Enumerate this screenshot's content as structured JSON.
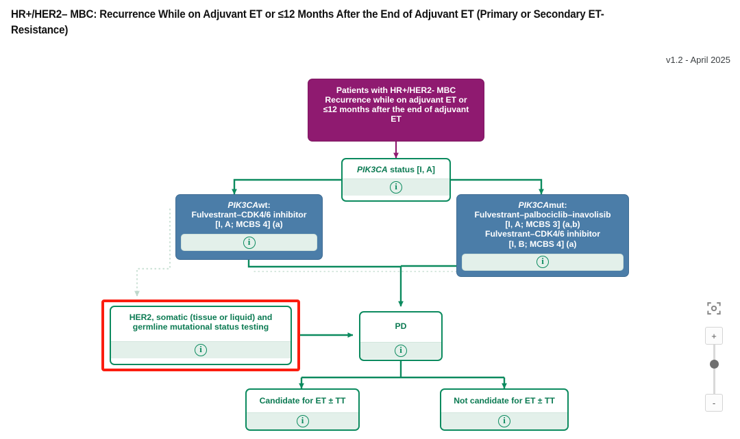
{
  "header": {
    "title": "HR+/HER2– MBC: Recurrence While on Adjuvant ET or ≤12 Months After the End of Adjuvant ET (Primary or Secondary ET-Resistance)",
    "version": "v1.2 - April 2025"
  },
  "colors": {
    "purple": "#8f1a70",
    "blue": "#4b7da8",
    "green": "#0b8a5e",
    "green_text": "#0b7a52",
    "info_bar": "#e3f0ea",
    "selection_red": "#fb1d10",
    "page_background": "#ffffff"
  },
  "nodes": {
    "root": {
      "id": "patients-root",
      "type": "purple",
      "lines": [
        "Patients with HR+/HER2- MBC",
        "Recurrence while on adjuvant ET or",
        "≤12 months after the end of adjuvant",
        "ET"
      ],
      "has_info": false
    },
    "pik3ca_status": {
      "id": "pik3ca-status",
      "type": "green",
      "italic_prefix": "PIK3CA",
      "text": " status [I, A]",
      "info_icon": "info-icon"
    },
    "pik3ca_wt": {
      "id": "pik3ca-wt-treatment",
      "type": "blue",
      "italic_prefix": "PIK3CA",
      "lines": [
        "wt:",
        "Fulvestrant–CDK4/6 inhibitor",
        "[I, A; MCBS 4] (a)"
      ],
      "info_icon": "info-icon"
    },
    "pik3ca_mut": {
      "id": "pik3ca-mut-treatment",
      "type": "blue",
      "italic_prefix": "PIK3CA",
      "lines": [
        "mut:",
        "Fulvestrant–palbociclib–inavolisib",
        "[I, A; MCBS 3] (a,b)",
        "Fulvestrant–CDK4/6 inhibitor",
        "[I, B; MCBS 4] (a)"
      ],
      "info_icon": "info-icon"
    },
    "her2_testing": {
      "id": "her2-mutational-testing",
      "type": "green",
      "selected": true,
      "lines": [
        "HER2, somatic (tissue or liquid) and",
        "germline mutational status testing"
      ],
      "info_icon": "info-icon"
    },
    "pd": {
      "id": "progressive-disease",
      "type": "green",
      "text": "PD",
      "info_icon": "info-icon"
    },
    "candidate": {
      "id": "candidate-for-et-tt",
      "type": "green",
      "text": "Candidate for ET ± TT",
      "info_icon": "info-icon"
    },
    "not_candidate": {
      "id": "not-candidate-for-et-tt",
      "type": "green",
      "text": "Not candidate for ET ± TT",
      "info_icon": "info-icon"
    }
  },
  "zoom_controls": {
    "fit_view_icon": "fit-view-icon",
    "zoom_in_label": "+",
    "zoom_out_label": "-",
    "slider_handle": "zoom-slider-handle"
  }
}
